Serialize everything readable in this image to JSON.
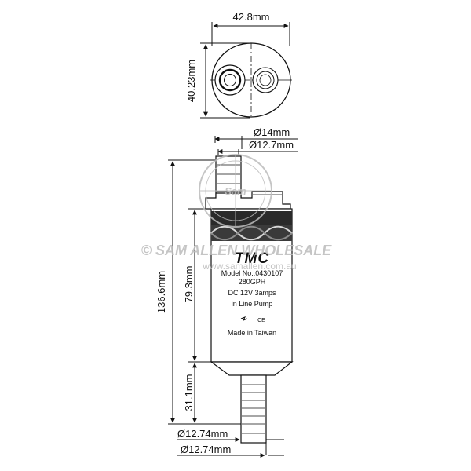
{
  "top_view": {
    "width_dim": "42.8mm",
    "height_dim": "40.23mm"
  },
  "outlet": {
    "outer_dim": "Ø14mm",
    "inner_dim": "Ø12.7mm"
  },
  "body": {
    "total_length": "136.6mm",
    "body_length": "79.3mm",
    "inlet_length": "31.1mm"
  },
  "inlet": {
    "dim_1": "Ø12.74mm",
    "dim_2": "Ø12.74mm"
  },
  "label_panel": {
    "brand": "TMC",
    "model": "Model No.:0430107",
    "flow": "280GPH",
    "power": "DC 12V 3amps",
    "type": "in Line Pump",
    "made_in": "Made in Taiwan",
    "ce_mark": "CE"
  },
  "watermark": {
    "company": "© SAM ALLEN WHOLESALE",
    "url": "www.samallen.com.au",
    "seal_text": "Sam"
  },
  "colors": {
    "line": "#111111",
    "body_band": "#2a2a2a",
    "watermark": "#bcbcbc"
  }
}
